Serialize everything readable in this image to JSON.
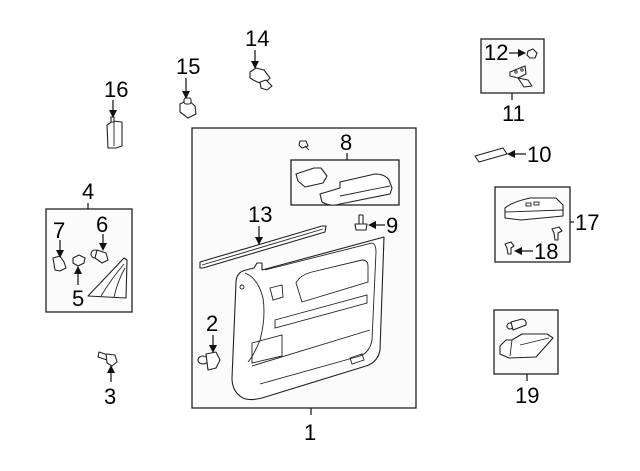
{
  "diagram": {
    "type": "exploded parts diagram",
    "subject": "front door trim panel assembly",
    "colors": {
      "line": "#222222",
      "background": "#ffffff",
      "box_fill": "#fbfbfb"
    },
    "callouts": [
      {
        "id": "1",
        "label": "1",
        "part": "door-trim-panel-assembly"
      },
      {
        "id": "2",
        "label": "2",
        "part": "clip"
      },
      {
        "id": "3",
        "label": "3",
        "part": "bolt"
      },
      {
        "id": "4",
        "label": "4",
        "part": "mirror-cover-assembly"
      },
      {
        "id": "5",
        "label": "5",
        "part": "clip"
      },
      {
        "id": "6",
        "label": "6",
        "part": "clip"
      },
      {
        "id": "7",
        "label": "7",
        "part": "retainer"
      },
      {
        "id": "8",
        "label": "8",
        "part": "armrest-assembly"
      },
      {
        "id": "9",
        "label": "9",
        "part": "screw"
      },
      {
        "id": "10",
        "label": "10",
        "part": "insulator"
      },
      {
        "id": "11",
        "label": "11",
        "part": "bracket-assembly"
      },
      {
        "id": "12",
        "label": "12",
        "part": "nut"
      },
      {
        "id": "13",
        "label": "13",
        "part": "belt-weatherstrip"
      },
      {
        "id": "14",
        "label": "14",
        "part": "clip"
      },
      {
        "id": "15",
        "label": "15",
        "part": "clip"
      },
      {
        "id": "16",
        "label": "16",
        "part": "retainer"
      },
      {
        "id": "17",
        "label": "17",
        "part": "switch-bezel"
      },
      {
        "id": "18",
        "label": "18",
        "part": "clip"
      },
      {
        "id": "19",
        "label": "19",
        "part": "courtesy-lamp"
      }
    ]
  }
}
